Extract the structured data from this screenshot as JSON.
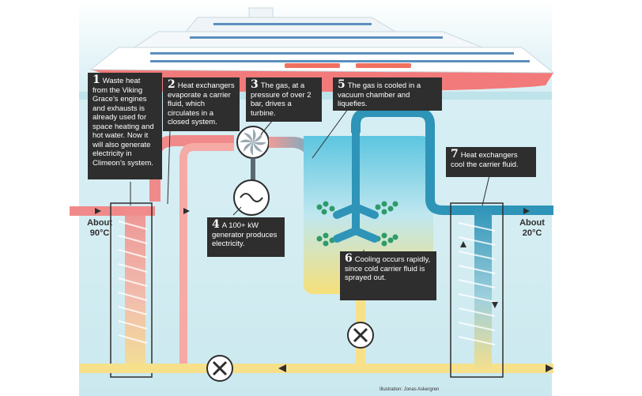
{
  "callouts": [
    {
      "num": "1",
      "text": "Waste heat from the Viking Grace’s engines and exhausts is already used for space heating and hot water. Now it will also generate electricity in Climeon’s system."
    },
    {
      "num": "2",
      "text": "Heat exchangers evaporate a carrier fluid, which circulates in a closed system."
    },
    {
      "num": "3",
      "text": "The gas, at a pressure of over 2 bar, drives a turbine."
    },
    {
      "num": "4",
      "text": "A 100+ kW generator produces electricity."
    },
    {
      "num": "5",
      "text": "The gas is cooled in a vacuum chamber and liquefies."
    },
    {
      "num": "6",
      "text": "Cooling occurs rapidly, since cold carrier fluid is sprayed out."
    },
    {
      "num": "7",
      "text": "Heat exchangers cool the carrier fluid."
    }
  ],
  "temps": {
    "hot_line1": "About",
    "hot_line2": "90°C",
    "cold_line1": "About",
    "cold_line2": "20°C"
  },
  "credit": "Illustration: Jonas Askergren",
  "colors": {
    "sky": "#cfe9f1",
    "sea": "#bfe3ea",
    "hot": "#f08888",
    "warm": "#f6c9a0",
    "cool": "#f8e37a",
    "cold": "#2e94b8",
    "callout_bg": "#2e2e2e",
    "hull": "#f27a7a"
  }
}
